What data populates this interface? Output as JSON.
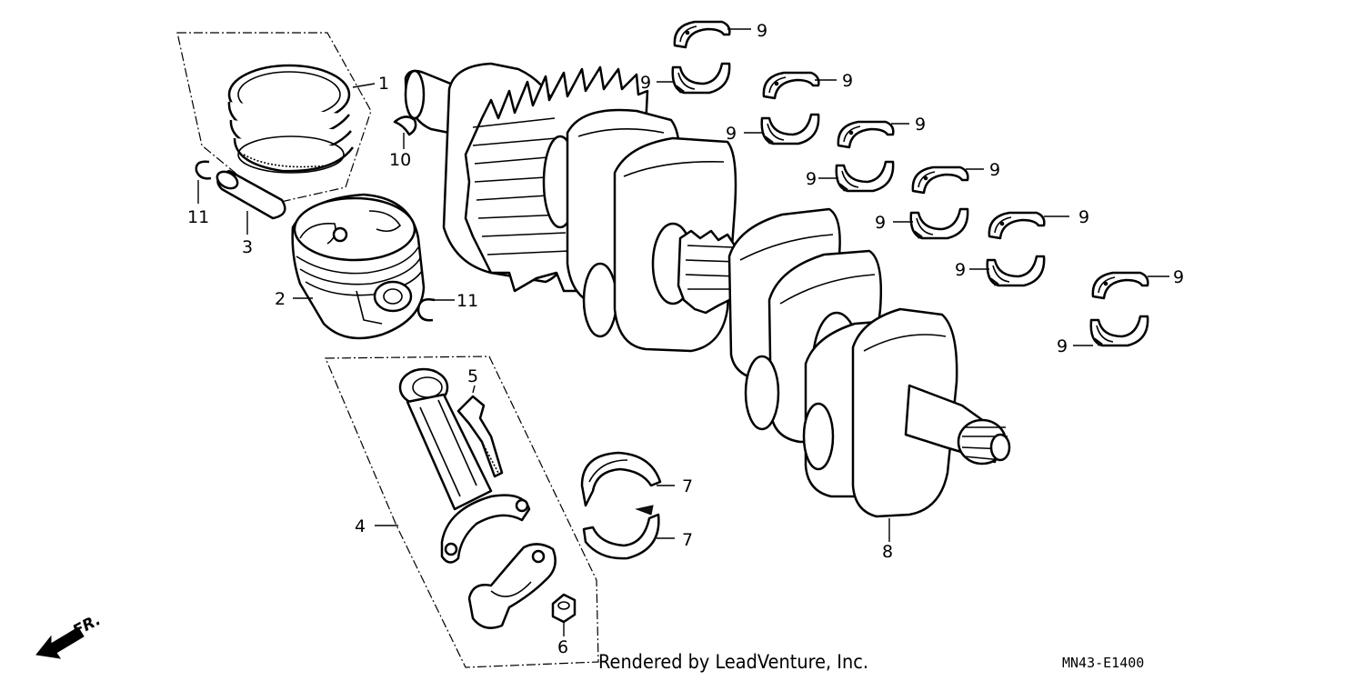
{
  "callouts": {
    "c1": "1",
    "c2": "2",
    "c3": "3",
    "c4": "4",
    "c5": "5",
    "c6": "6",
    "c7": "7",
    "c8": "8",
    "c9": "9",
    "c10": "10",
    "c11": "11"
  },
  "front_marker": "FR.",
  "credit": "Rendered by LeadVenture, Inc.",
  "diagram_code": "MN43-E1400"
}
